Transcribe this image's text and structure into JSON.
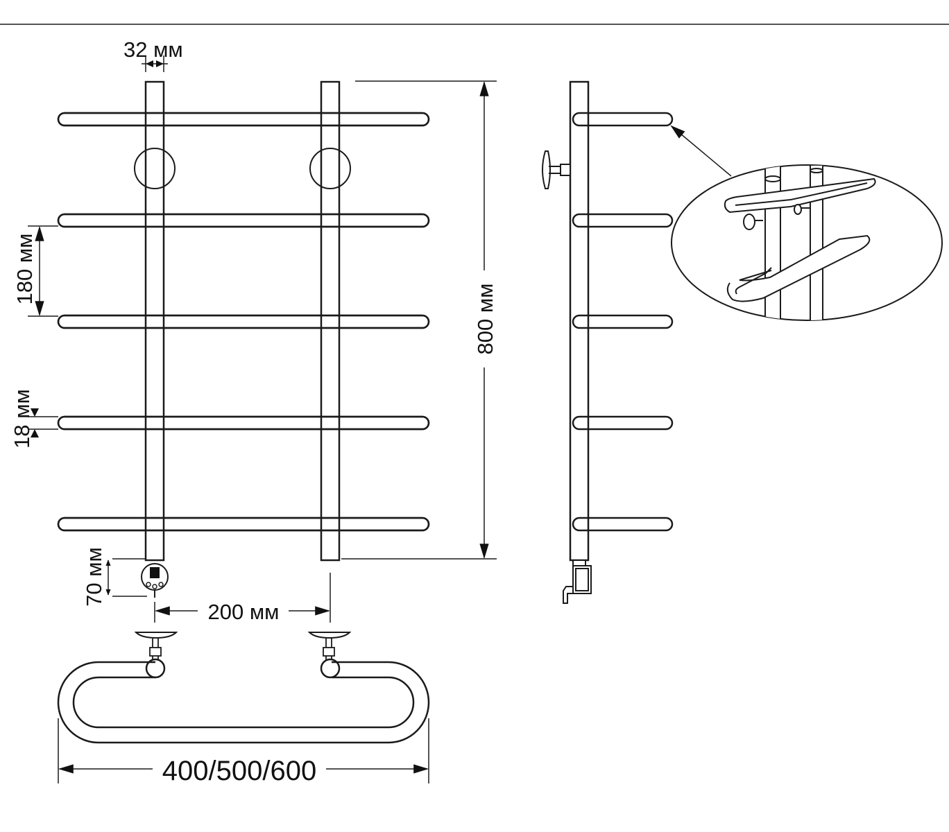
{
  "labels": {
    "pipe_diameter": "32 мм",
    "bar_spacing": "180 мм",
    "bar_thickness": "18 мм",
    "total_height": "800 мм",
    "heater_height": "70 мм",
    "mount_distance": "200 мм",
    "width_options": "400/500/600"
  },
  "drawing": {
    "rail_bars_count": 5,
    "side_view_bars_count": 5
  },
  "colors": {
    "line": "#1a1a1a",
    "background": "#ffffff",
    "heater_element": "#111111"
  }
}
